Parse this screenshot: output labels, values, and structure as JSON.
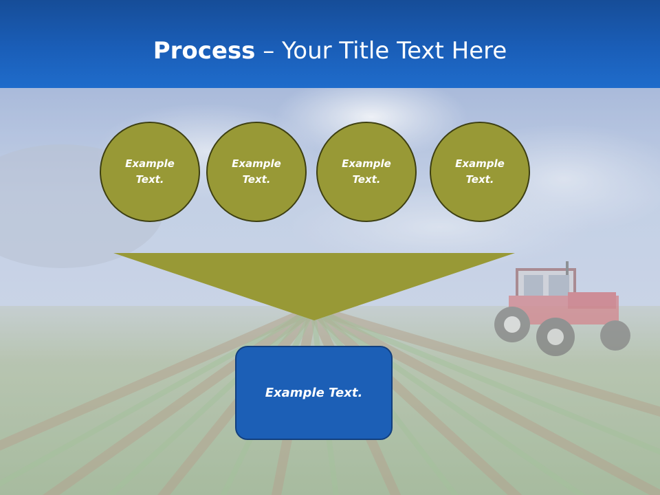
{
  "title": {
    "bold": "Process",
    "rest": " – Your Title Text Here"
  },
  "steps": [
    {
      "label": "Example Text."
    },
    {
      "label": "Example Text."
    },
    {
      "label": "Example Text."
    },
    {
      "label": "Example Text."
    }
  ],
  "result": {
    "label": "Example Text."
  },
  "colors": {
    "title_band": "#1a5eb8",
    "circle_fill": "#989936",
    "circle_border": "#3d3f12",
    "funnel_fill": "#989936",
    "result_fill": "#1c5fb6",
    "result_border": "#123f7e"
  },
  "background": {
    "description_icon": "farm-field-with-tractor-image"
  }
}
